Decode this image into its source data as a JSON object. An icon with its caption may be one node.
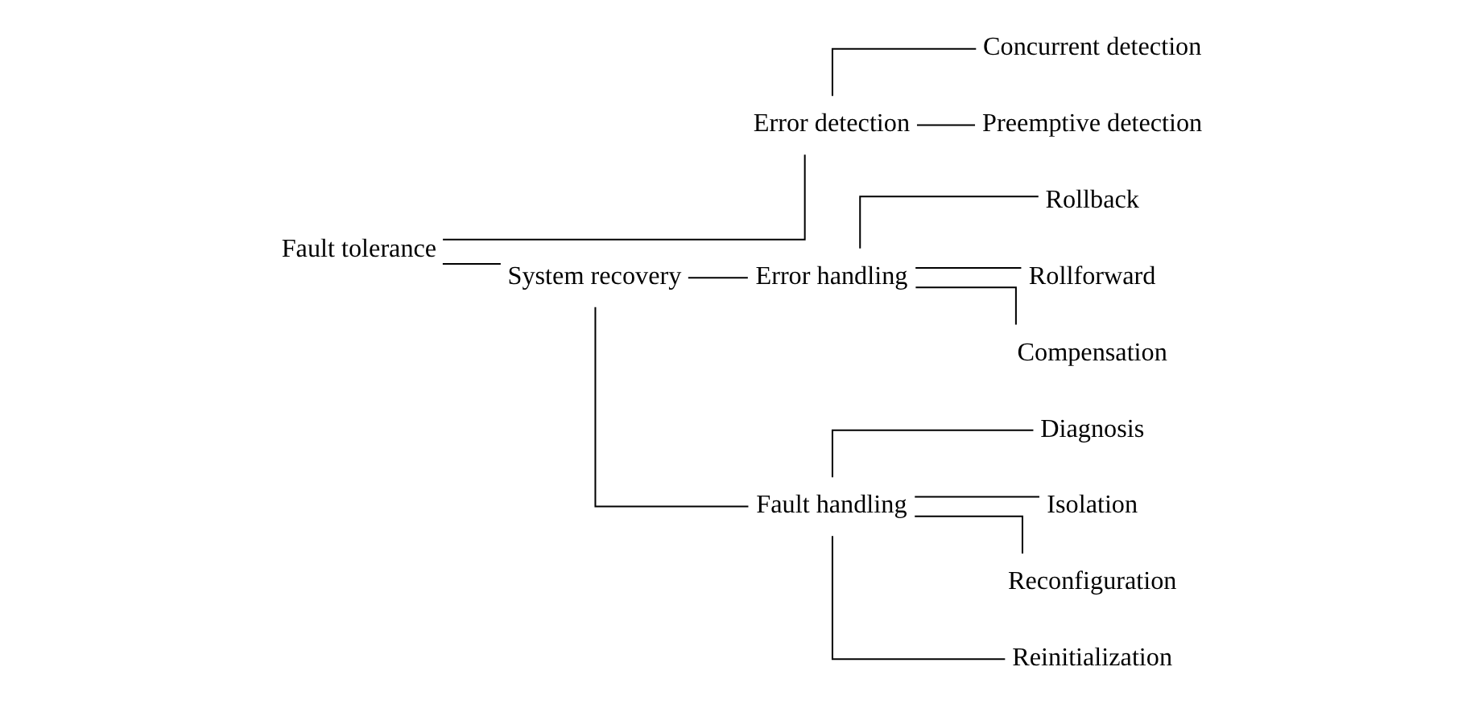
{
  "diagram": {
    "nodes": [
      {
        "text": [
          "Fault tolerance"
        ]
      },
      {
        "text": [
          "Error detection"
        ]
      },
      {
        "text": [
          "System recovery"
        ]
      },
      {
        "text": [
          "Concurrent detection"
        ]
      },
      {
        "text": [
          "Preemptive detection"
        ]
      },
      {
        "text": [
          "Error handling"
        ]
      },
      {
        "text": [
          "Fault handling"
        ]
      },
      {
        "text": [
          "Rollback"
        ]
      },
      {
        "text": [
          "Rollforward"
        ]
      },
      {
        "text": [
          "Compensation"
        ]
      },
      {
        "text": [
          "Diagnosis"
        ]
      },
      {
        "text": [
          "Isolation"
        ]
      },
      {
        "text": [
          "Reconfiguration"
        ]
      },
      {
        "text": [
          "Reinitialization"
        ]
      }
    ],
    "edges": [
      {
        "from": 0,
        "to": 1,
        "arrow": "none"
      },
      {
        "from": 0,
        "to": 2,
        "arrow": "none"
      },
      {
        "from": 1,
        "to": 3,
        "arrow": "none"
      },
      {
        "from": 1,
        "to": 4,
        "arrow": "none"
      },
      {
        "from": 2,
        "to": 5,
        "arrow": "none"
      },
      {
        "from": 2,
        "to": 6,
        "arrow": "none"
      },
      {
        "from": 5,
        "to": 7,
        "arrow": "none"
      },
      {
        "from": 5,
        "to": 8,
        "arrow": "none"
      },
      {
        "from": 5,
        "to": 9,
        "arrow": "none"
      },
      {
        "from": 6,
        "to": 10,
        "arrow": "none"
      },
      {
        "from": 6,
        "to": 11,
        "arrow": "none"
      },
      {
        "from": 6,
        "to": 12,
        "arrow": "none"
      },
      {
        "from": 6,
        "to": 13,
        "arrow": "none"
      }
    ]
  }
}
